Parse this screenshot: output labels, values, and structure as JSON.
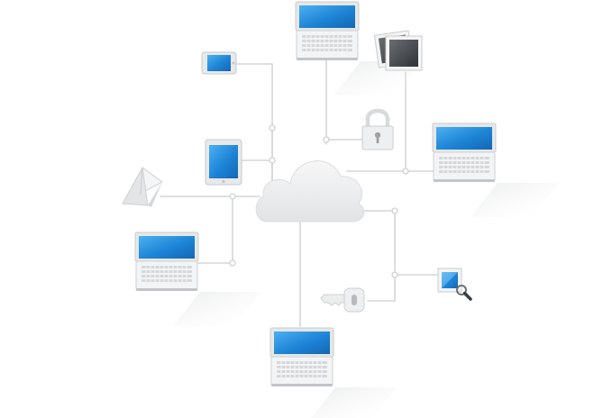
{
  "diagram": {
    "nodes": [
      {
        "id": "cloud",
        "icon": "cloud-icon"
      },
      {
        "id": "laptop-top",
        "icon": "laptop-icon"
      },
      {
        "id": "phone-landscape",
        "icon": "smartphone-icon"
      },
      {
        "id": "photos",
        "icon": "photo-stack-icon"
      },
      {
        "id": "padlock",
        "icon": "padlock-icon"
      },
      {
        "id": "tablet",
        "icon": "tablet-icon"
      },
      {
        "id": "laptop-right",
        "icon": "laptop-icon"
      },
      {
        "id": "paper-plane",
        "icon": "paper-plane-icon"
      },
      {
        "id": "laptop-left",
        "icon": "laptop-icon"
      },
      {
        "id": "key",
        "icon": "key-icon"
      },
      {
        "id": "search-document",
        "icon": "magnifier-document-icon"
      },
      {
        "id": "laptop-bottom",
        "icon": "laptop-icon"
      }
    ],
    "colors": {
      "screen_blue": "#1b7fd0",
      "screen_blue_light": "#3ea5ee",
      "device_body": "#e9eaeb",
      "device_edge": "#c8cacc",
      "keyboard": "#f2f3f4",
      "key": "#d7d9db",
      "connector": "#d4d6d8",
      "node_dot": "#ffffff",
      "cloud": "#eeeff0"
    }
  }
}
